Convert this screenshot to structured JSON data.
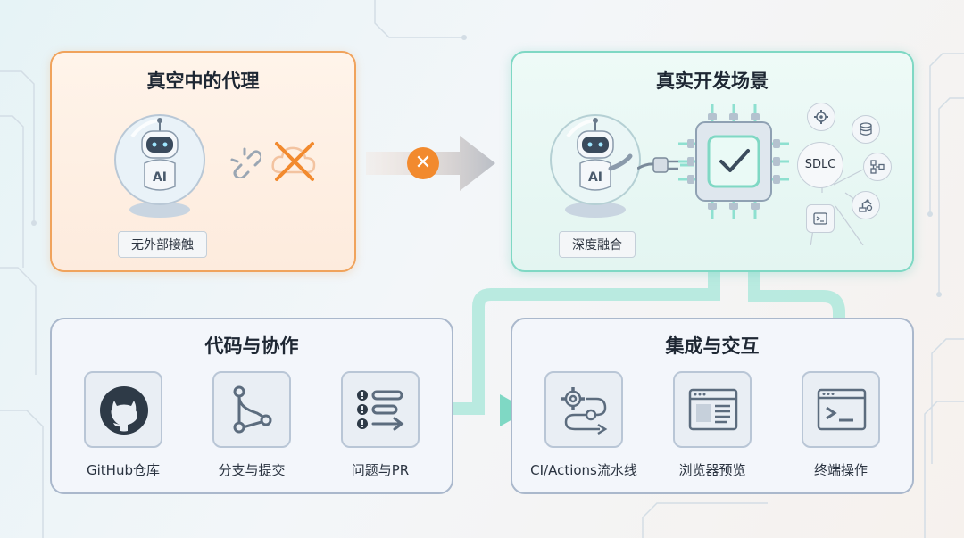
{
  "colors": {
    "vacuum_border": "#f0a35c",
    "real_border": "#7fd8c4",
    "flow_teal": "#8ee0d0",
    "cross": "#f28a2e",
    "tile_border": "#b9c6d6"
  },
  "vacuum_panel": {
    "title": "真空中的代理",
    "robot_label": "AI",
    "pill": "无外部接触",
    "icons": [
      "broken-link-icon",
      "crossed-cloud-icon"
    ]
  },
  "real_panel": {
    "title": "真实开发场景",
    "robot_label": "AI",
    "pill": "深度融合",
    "chip_icon": "check-icon",
    "sdlc_label": "SDLC",
    "sdlc_icons": [
      "gear-icon",
      "database-icon",
      "flowchart-icon",
      "robot-arm-icon",
      "terminal-icon"
    ]
  },
  "code_panel": {
    "title": "代码与协作",
    "items": [
      {
        "label": "GitHub仓库",
        "icon": "github-icon"
      },
      {
        "label": "分支与提交",
        "icon": "branch-icon"
      },
      {
        "label": "问题与PR",
        "icon": "issues-pr-icon"
      }
    ]
  },
  "integration_panel": {
    "title": "集成与交互",
    "items": [
      {
        "label": "CI/Actions流水线",
        "icon": "pipeline-gear-icon"
      },
      {
        "label": "浏览器预览",
        "icon": "browser-icon"
      },
      {
        "label": "终端操作",
        "icon": "terminal-icon"
      }
    ]
  }
}
